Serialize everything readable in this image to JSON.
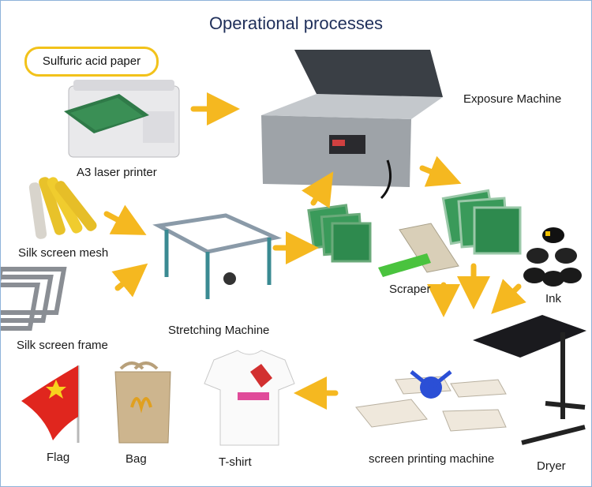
{
  "title": "Operational processes",
  "callout": "Sulfuric acid paper",
  "labels": {
    "printer": "A3 laser printer",
    "exposure": "Exposure Machine",
    "mesh": "Silk screen mesh",
    "frame": "Silk screen frame",
    "stretching": "Stretching Machine",
    "scraper": "Scraper",
    "ink": "Ink",
    "dryer": "Dryer",
    "press": "screen printing machine",
    "tshirt": "T-shirt",
    "bag": "Bag",
    "flag": "Flag"
  },
  "colors": {
    "arrow": "#f5b820",
    "callout_border": "#f2c21a",
    "title": "#1f2f5a",
    "screen_green": "#3a9a5a"
  }
}
